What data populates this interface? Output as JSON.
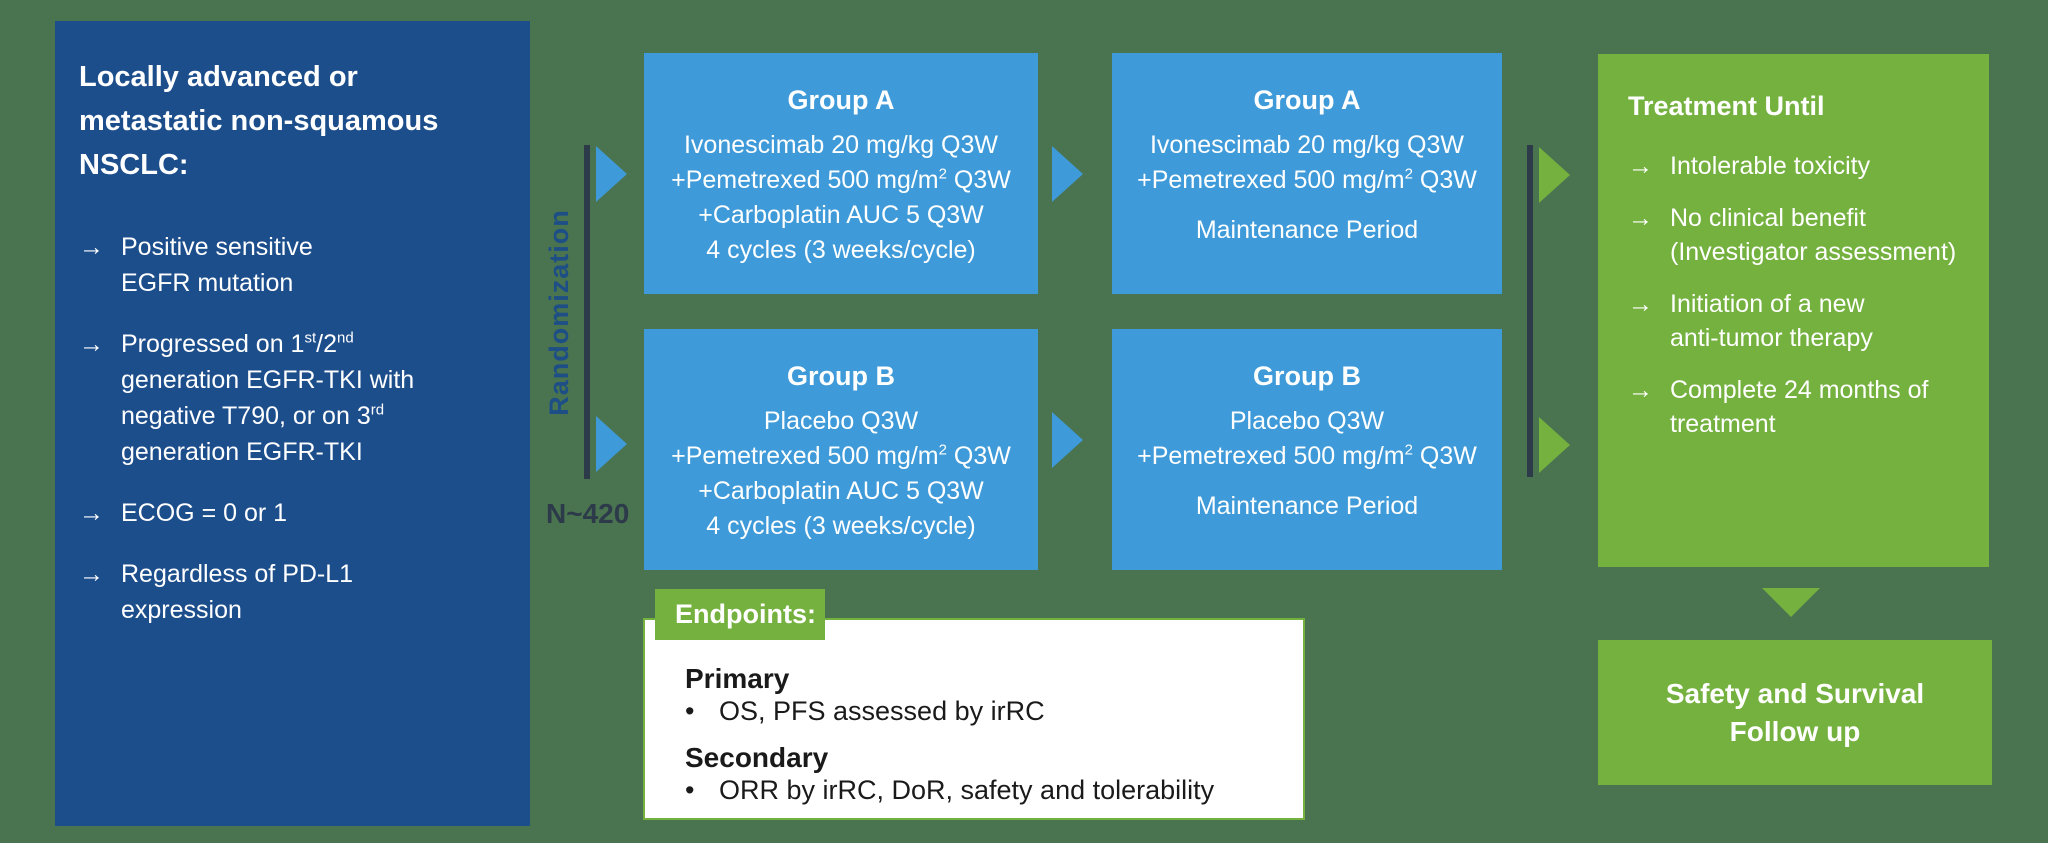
{
  "colors": {
    "background": "#4a7350",
    "navy_box": "#1d4e8c",
    "blue_box": "#3e9ad8",
    "green_box": "#74b13f",
    "connector_line": "#2d3a4a",
    "randomization_text": "#1d4f86",
    "box_text": "#ffffff",
    "endpoints_text": "#1a1a1a"
  },
  "arrow_glyph": "→",
  "bullet_glyph": "•",
  "eligibility": {
    "title_lines": [
      "Locally advanced or",
      "metastatic non-squamous",
      "NSCLC:"
    ],
    "bullets": [
      {
        "lines": [
          "Positive sensitive",
          "EGFR mutation"
        ]
      },
      {
        "lines": [
          "Progressed on 1^{st}/2^{nd}",
          "generation EGFR-TKI with",
          "negative T790, or on 3^{rd}",
          "generation EGFR-TKI"
        ]
      },
      {
        "lines": [
          "ECOG = 0 or 1"
        ]
      },
      {
        "lines": [
          "Regardless of PD-L1",
          "expression"
        ]
      }
    ]
  },
  "randomization": {
    "label": "Randomization",
    "n_label": "N~420"
  },
  "arms": {
    "induction": [
      {
        "title": "Group A",
        "lines": [
          "Ivonescimab 20 mg/kg Q3W",
          "+Pemetrexed 500 mg/m^{2} Q3W",
          "+Carboplatin AUC 5 Q3W",
          "4 cycles (3 weeks/cycle)"
        ]
      },
      {
        "title": "Group B",
        "lines": [
          "Placebo Q3W",
          "+Pemetrexed 500 mg/m^{2} Q3W",
          "+Carboplatin AUC 5 Q3W",
          "4 cycles (3 weeks/cycle)"
        ]
      }
    ],
    "maintenance": [
      {
        "title": "Group A",
        "lines": [
          "Ivonescimab 20 mg/kg Q3W",
          "+Pemetrexed 500 mg/m^{2} Q3W"
        ],
        "phase_label": "Maintenance Period"
      },
      {
        "title": "Group B",
        "lines": [
          "Placebo Q3W",
          "+Pemetrexed 500 mg/m^{2} Q3W"
        ],
        "phase_label": "Maintenance Period"
      }
    ]
  },
  "treatment_until": {
    "title": "Treatment Until",
    "bullets": [
      {
        "lines": [
          "Intolerable toxicity"
        ]
      },
      {
        "lines": [
          "No clinical benefit",
          "(Investigator assessment)"
        ]
      },
      {
        "lines": [
          "Initiation of a new",
          "anti-tumor therapy"
        ]
      },
      {
        "lines": [
          "Complete 24 months of",
          "treatment"
        ]
      }
    ]
  },
  "follow_up": {
    "lines": [
      "Safety and Survival",
      "Follow up"
    ]
  },
  "endpoints": {
    "tab_label": "Endpoints:",
    "sections": [
      {
        "label": "Primary",
        "items": [
          "OS, PFS assessed by irRC"
        ]
      },
      {
        "label": "Secondary",
        "items": [
          "ORR by irRC, DoR, safety and tolerability"
        ]
      }
    ]
  }
}
